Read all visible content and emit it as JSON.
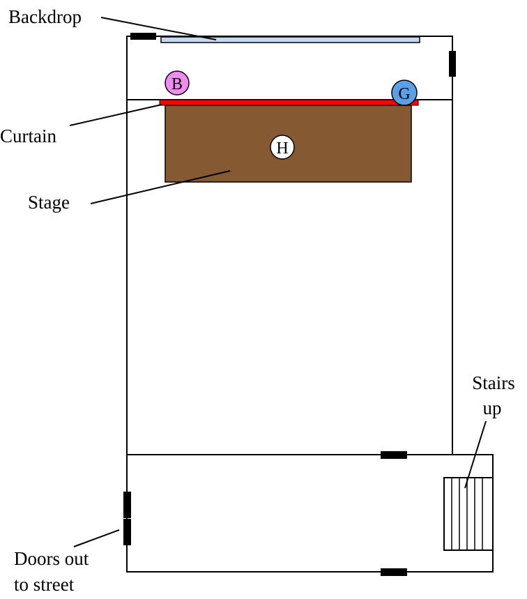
{
  "labels": {
    "backdrop": "Backdrop",
    "curtain": "Curtain",
    "stage": "Stage",
    "stairs_line1": "Stairs",
    "stairs_line2": "up",
    "doors_line1": "Doors out",
    "doors_line2": "to street"
  },
  "markers": {
    "b": "B",
    "g": "G",
    "h": "H"
  },
  "colors": {
    "backdrop": "#c6d9f1",
    "curtain": "#ff0000",
    "stage": "#855a32",
    "marker_b": "#f08cf0",
    "marker_g": "#5aa0e6",
    "marker_h": "#ffffff",
    "walls": "#000000"
  }
}
